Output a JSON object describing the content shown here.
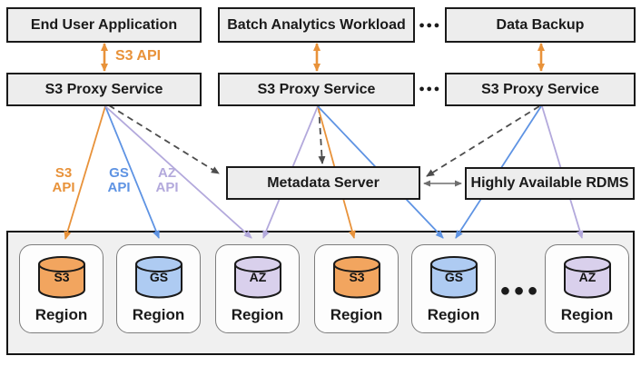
{
  "colors": {
    "s3": "#E8923A",
    "gs": "#5E93E3",
    "az": "#B3A9DC",
    "s3_fill": "#F2A55F",
    "gs_fill": "#AECBF2",
    "az_fill": "#D9D0EC",
    "box_fill": "#EDEDED",
    "box_border": "#1A1A1A",
    "dashed": "#4D4D4D",
    "gray_arrow": "#6E6E6E"
  },
  "apps": {
    "end_user": "End User Application",
    "batch": "Batch Analytics Workload",
    "backup": "Data Backup"
  },
  "proxies": {
    "proxy1": "S3 Proxy Service",
    "proxy2": "S3 Proxy Service",
    "proxy3": "S3 Proxy Service"
  },
  "ellipsis": {
    "top": "●●●",
    "proxy": "●●●",
    "regions": "●●●"
  },
  "labels": {
    "s3_api": "S3 API"
  },
  "api_legend": {
    "s3_line1": "S3",
    "s3_line2": "API",
    "gs_line1": "GS",
    "gs_line2": "API",
    "az_line1": "AZ",
    "az_line2": "API"
  },
  "servers": {
    "metadata": "Metadata Server",
    "rdms": "Highly Available RDMS"
  },
  "regions": [
    {
      "db": "S3",
      "fill": "#F2A55F",
      "label": "Region"
    },
    {
      "db": "GS",
      "fill": "#AECBF2",
      "label": "Region"
    },
    {
      "db": "AZ",
      "fill": "#D9D0EC",
      "label": "Region"
    },
    {
      "db": "S3",
      "fill": "#F2A55F",
      "label": "Region"
    },
    {
      "db": "GS",
      "fill": "#AECBF2",
      "label": "Region"
    },
    {
      "db": "AZ",
      "fill": "#D9D0EC",
      "label": "Region"
    }
  ]
}
